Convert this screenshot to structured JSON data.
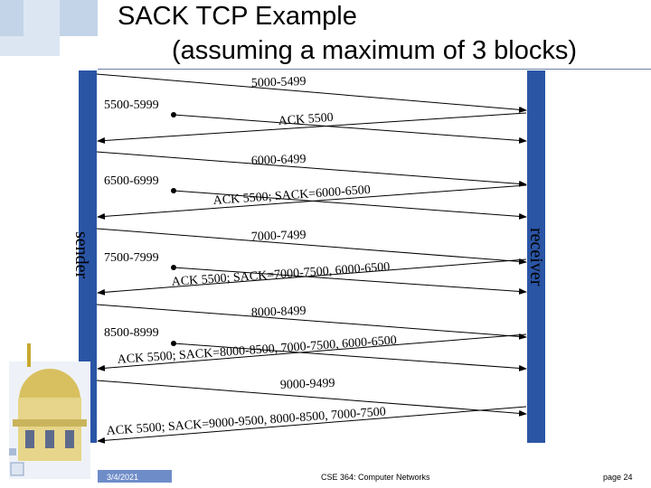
{
  "slide": {
    "title_line1": "SACK TCP Example",
    "title_line2": "(assuming a maximum of 3 blocks)",
    "left_label": "sender",
    "right_label": "receiver",
    "footer_date": "3/4/2021",
    "footer_course": "CSE 364: Computer Networks",
    "footer_page": "page 24"
  },
  "colors": {
    "bar": "#2a55a5",
    "accent_light": "#c4d4e8",
    "arrow": "#000000"
  },
  "messages": [
    {
      "label": "5000-5499",
      "direction": "to-receiver",
      "lost": false
    },
    {
      "label": "5500-5999",
      "direction": "to-receiver",
      "lost": false
    },
    {
      "label": "ACK 5500",
      "direction": "to-sender",
      "lost": false
    },
    {
      "label": "6000-6499",
      "direction": "to-receiver",
      "lost": false
    },
    {
      "label": "6500-6999",
      "direction": "to-receiver",
      "lost": false
    },
    {
      "label": "ACK 5500; SACK=6000-6500",
      "direction": "to-sender",
      "lost": false
    },
    {
      "label": "7000-7499",
      "direction": "to-receiver",
      "lost": false
    },
    {
      "label": "7500-7999",
      "direction": "to-receiver",
      "lost": false
    },
    {
      "label": "ACK 5500; SACK=7000-7500, 6000-6500",
      "direction": "to-sender",
      "lost": false
    },
    {
      "label": "8000-8499",
      "direction": "to-receiver",
      "lost": false
    },
    {
      "label": "8500-8999",
      "direction": "to-receiver",
      "lost": false
    },
    {
      "label": "ACK 5500; SACK=8000-8500, 7000-7500, 6000-6500",
      "direction": "to-sender",
      "lost": false
    },
    {
      "label": "9000-9499",
      "direction": "to-receiver",
      "lost": false
    },
    {
      "label": "ACK 5500; SACK=9000-9500, 8000-8500, 7000-7500",
      "direction": "to-sender",
      "lost": false
    }
  ]
}
